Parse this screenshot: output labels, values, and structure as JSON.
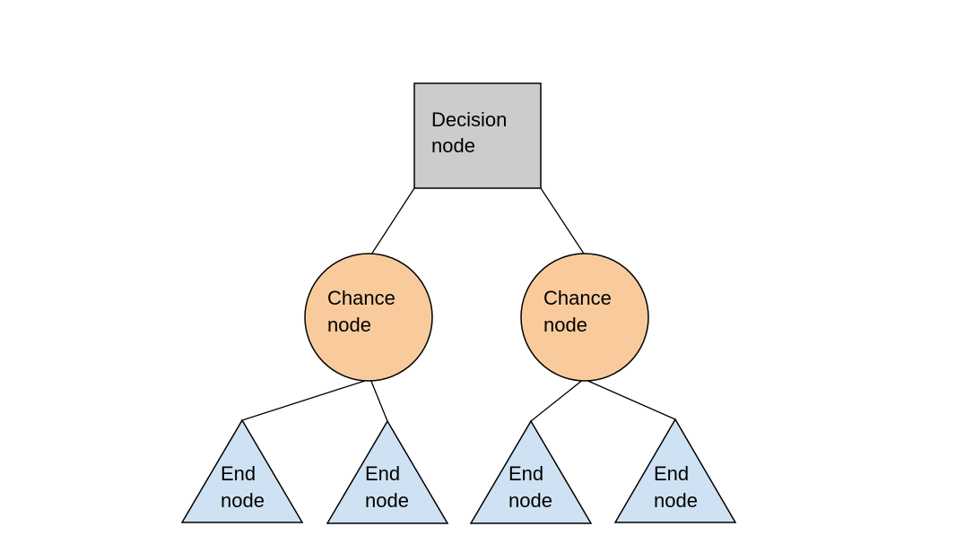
{
  "diagram": {
    "type": "decision-tree",
    "nodes": {
      "decision": {
        "label": "Decision\nnode",
        "shape": "square",
        "type": "decision"
      },
      "chance_left": {
        "label": "Chance\nnode",
        "shape": "circle",
        "type": "chance"
      },
      "chance_right": {
        "label": "Chance\nnode",
        "shape": "circle",
        "type": "chance"
      },
      "end_1": {
        "label": "End\nnode",
        "shape": "triangle",
        "type": "end"
      },
      "end_2": {
        "label": "End\nnode",
        "shape": "triangle",
        "type": "end"
      },
      "end_3": {
        "label": "End\nnode",
        "shape": "triangle",
        "type": "end"
      },
      "end_4": {
        "label": "End\nnode",
        "shape": "triangle",
        "type": "end"
      }
    },
    "edges": [
      {
        "from": "decision",
        "to": "chance_left"
      },
      {
        "from": "decision",
        "to": "chance_right"
      },
      {
        "from": "chance_left",
        "to": "end_1"
      },
      {
        "from": "chance_left",
        "to": "end_2"
      },
      {
        "from": "chance_right",
        "to": "end_3"
      },
      {
        "from": "chance_right",
        "to": "end_4"
      }
    ],
    "colors": {
      "decision_fill": "#cccccc",
      "chance_fill": "#f9cb9c",
      "end_fill": "#cfe2f3",
      "stroke": "#000000",
      "text": "#000000",
      "background": "#ffffff"
    }
  }
}
